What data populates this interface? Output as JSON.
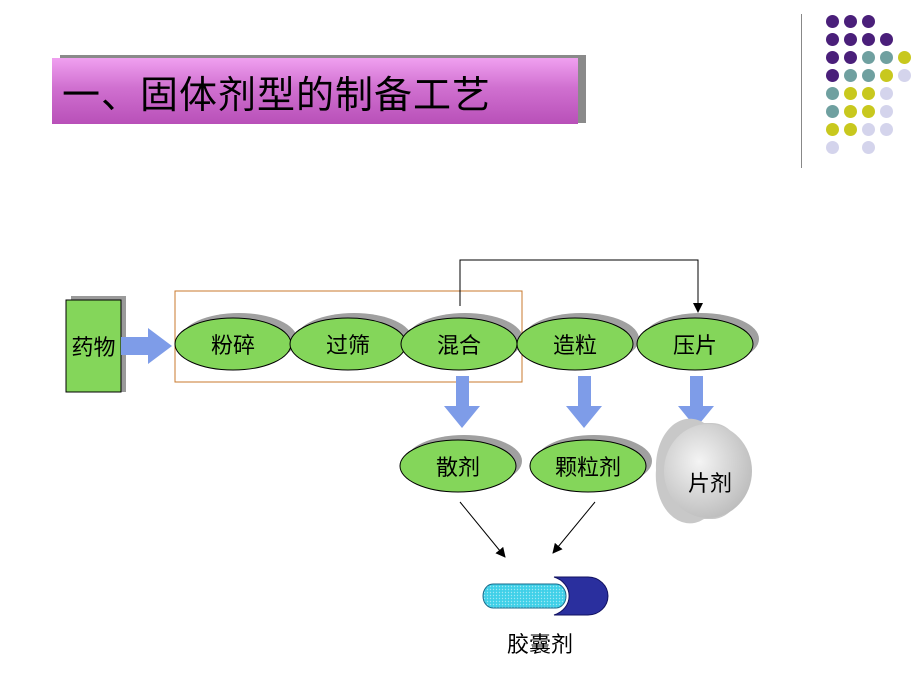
{
  "title": "一、固体剂型的制备工艺",
  "nodes": {
    "drug": "药物",
    "crush": "粉碎",
    "sieve": "过筛",
    "mix": "混合",
    "granulate": "造粒",
    "compress": "压片",
    "powder": "散剂",
    "granules": "颗粒剂",
    "tablet": "片剂",
    "capsule": "胶囊剂"
  },
  "colors": {
    "title_fill": "#d070d0",
    "node_fill": "#84d65a",
    "node_shadow": "#a0a0a0",
    "arrow_fill": "#7e9ce8",
    "frame_stroke": "#c8782c",
    "capsule_body": "#2a2f9e",
    "capsule_cap": "#3fd0e8",
    "dot_purple": "#4a1f7a",
    "dot_teal": "#6fa0a0",
    "dot_yellow": "#c8c81e",
    "dot_lavender": "#d4d4ec"
  }
}
